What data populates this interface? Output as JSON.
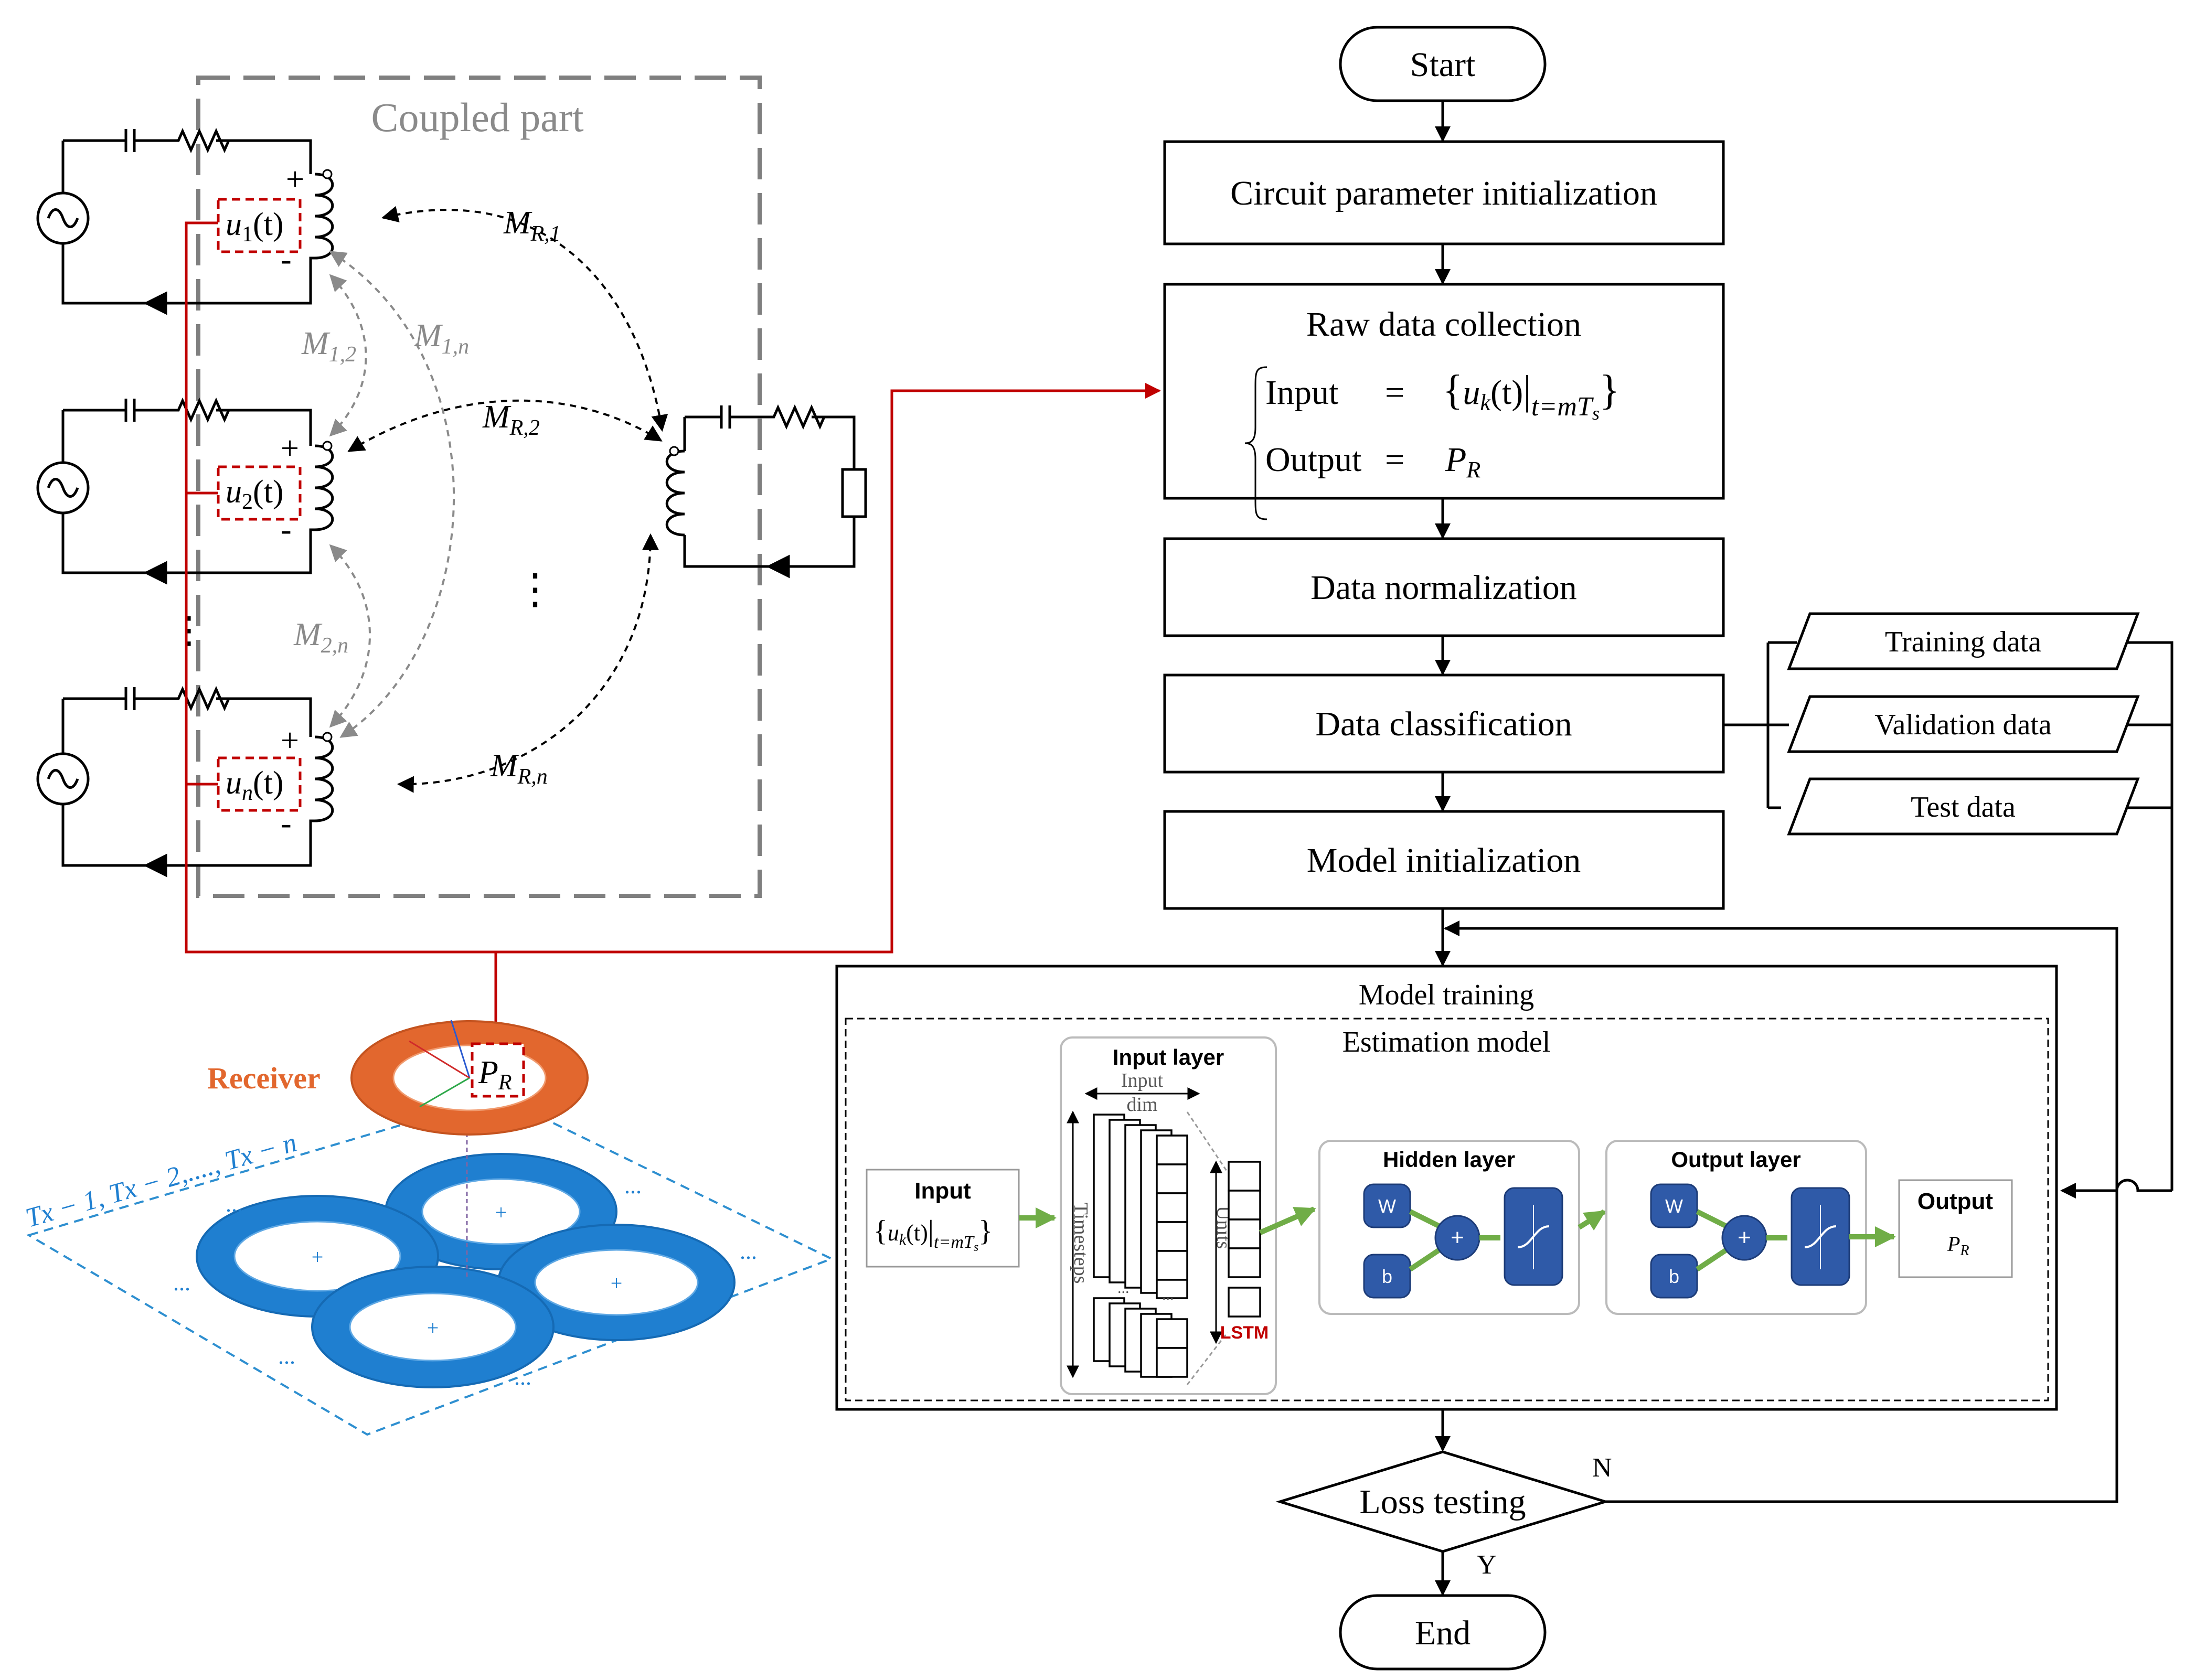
{
  "circuit": {
    "coupled_part_label": "Coupled part",
    "tx1_source": "u",
    "tx1_source_sub": "1",
    "tx1_source_arg": "(t)",
    "tx2_source": "u",
    "tx2_source_sub": "2",
    "tx2_source_arg": "(t)",
    "txn_source": "u",
    "txn_source_sub": "n",
    "txn_source_arg": "(t)",
    "plus": "+",
    "minus": "-",
    "vdots": "⋮",
    "m_r1": "M",
    "m_r1_sub": "R,1",
    "m_r2": "M",
    "m_r2_sub": "R,2",
    "m_rn": "M",
    "m_rn_sub": "R,n",
    "m_12": "M",
    "m_12_sub": "1,2",
    "m_1n": "M",
    "m_1n_sub": "1,n",
    "m_2n": "M",
    "m_2n_sub": "2,n"
  },
  "coils": {
    "receiver_label": "Receiver",
    "pr": "P",
    "pr_sub": "R",
    "tx_label": "Tx − 1, Tx − 2,...., Tx − n",
    "plus": "+",
    "dots": "..."
  },
  "flow": {
    "start": "Start",
    "init": "Circuit parameter initialization",
    "raw": "Raw data collection",
    "raw_input": "Input",
    "raw_eq": "=",
    "raw_u": "u",
    "raw_u_sub": "k",
    "raw_u_arg": "(t)",
    "raw_u_cond": "t=mT",
    "raw_u_cond_sub": "s",
    "raw_output": "Output",
    "raw_pr": "P",
    "raw_pr_sub": "R",
    "norm": "Data normalization",
    "classify": "Data classification",
    "training": "Training data",
    "validation": "Validation data",
    "test": "Test data",
    "model_init": "Model initialization",
    "model_training": "Model training",
    "estimation_model": "Estimation model",
    "loss": "Loss testing",
    "no": "N",
    "yes": "Y",
    "end": "End"
  },
  "nn": {
    "input_title": "Input",
    "input_u": "u",
    "input_u_sub": "k",
    "input_u_arg": "(t)",
    "input_cond": "t=mT",
    "input_cond_sub": "s",
    "input_layer": "Input layer",
    "input_dim": "Input",
    "input_dim2": "dim",
    "timesteps": "Timesteps",
    "units": "Units",
    "lstm": "LSTM",
    "hidden_layer": "Hidden layer",
    "output_layer": "Output layer",
    "w": "W",
    "b": "b",
    "plus": "+",
    "output_title": "Output",
    "output_pr": "P",
    "output_pr_sub": "R",
    "dots": "..."
  },
  "colors": {
    "signal_red": "#c00000",
    "receiver_orange": "#e2672e",
    "coil_blue": "#1f7fd0",
    "nn_blue": "#2f5aa8",
    "arrow_green": "#70ad47"
  }
}
